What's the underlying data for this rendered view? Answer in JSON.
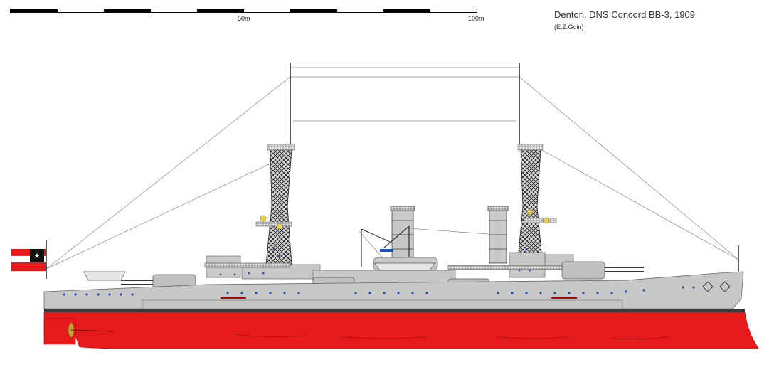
{
  "header": {
    "title": "Denton, DNS Concord BB-3, 1909",
    "author": "(E.Z.Goin)"
  },
  "scale": {
    "label_mid": "50m",
    "label_end": "100m",
    "segments": 10
  },
  "colors": {
    "hull_red": "#e8191b",
    "hull_grey": "#c8c8c8",
    "boot_black": "#3a3a3a",
    "porthole_blue": "#1d4fbf",
    "flag_red": "#e8191b",
    "flag_black": "#111111"
  },
  "icons": {
    "flag": "national-ensign-icon",
    "propeller": "propeller-icon",
    "anchor": "anchor-icon"
  }
}
